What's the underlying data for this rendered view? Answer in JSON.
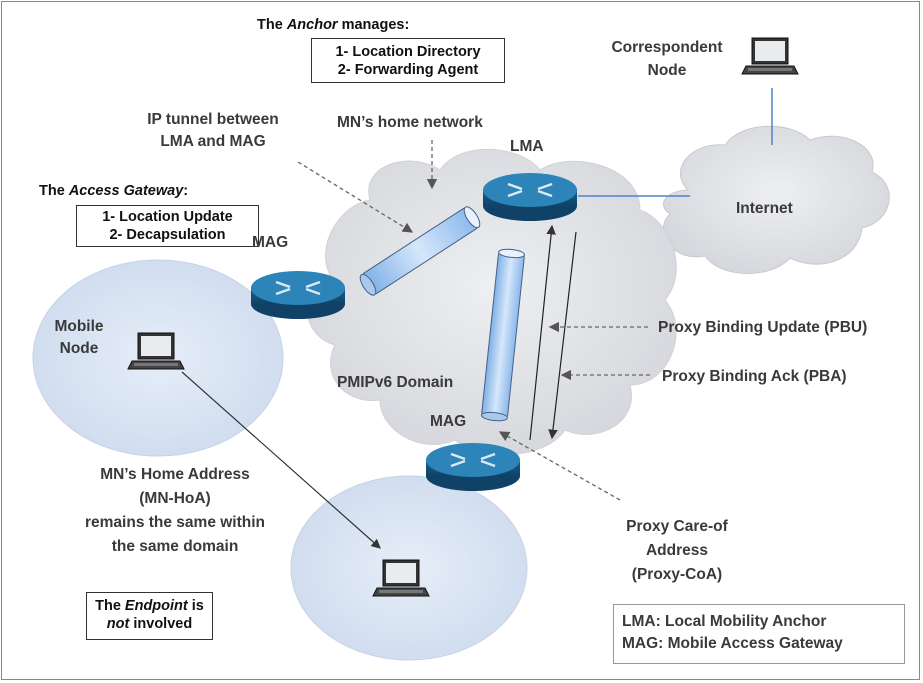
{
  "anchor_header": {
    "prefix": "The ",
    "emph": "Anchor",
    "suffix": " manages:"
  },
  "anchor_box": [
    "1- Location Directory",
    "2- Forwarding Agent"
  ],
  "gateway_header": {
    "prefix": "The ",
    "emph": "Access Gateway",
    "suffix": ":"
  },
  "gateway_box": [
    "1- Location Update",
    "2- Decapsulation"
  ],
  "endpoint_box": {
    "l1_prefix": "The ",
    "l1_emph": "Endpoint",
    "l1_suffix": " is",
    "l2_emph": "not",
    "l2_suffix": " involved"
  },
  "labels": {
    "correspondent": [
      "Correspondent",
      "Node"
    ],
    "ip_tunnel": [
      "IP tunnel between",
      "LMA and MAG"
    ],
    "home_network": "MN’s home network",
    "lma": "LMA",
    "internet": "Internet",
    "mag_top": "MAG",
    "mag_bottom": "MAG",
    "mobile_node": [
      "Mobile",
      "Node"
    ],
    "pmip_domain": "PMIPv6 Domain",
    "pbu": "Proxy Binding Update (PBU)",
    "pba": "Proxy Binding Ack (PBA)",
    "home_address": [
      "MN’s Home Address",
      "(MN-HoA)",
      "remains the same within",
      "the same domain"
    ],
    "proxy_coa": [
      "Proxy Care-of",
      "Address",
      "(Proxy-CoA)"
    ]
  },
  "legend": [
    "LMA: Local Mobility Anchor",
    "MAG: Mobile Access Gateway"
  ],
  "colors": {
    "cloud": "#e2e4e8",
    "circle": "#d8e4f2",
    "router": "#1f6e9c",
    "tunnel": "#b9d3f2",
    "link": "#4a86c8"
  }
}
